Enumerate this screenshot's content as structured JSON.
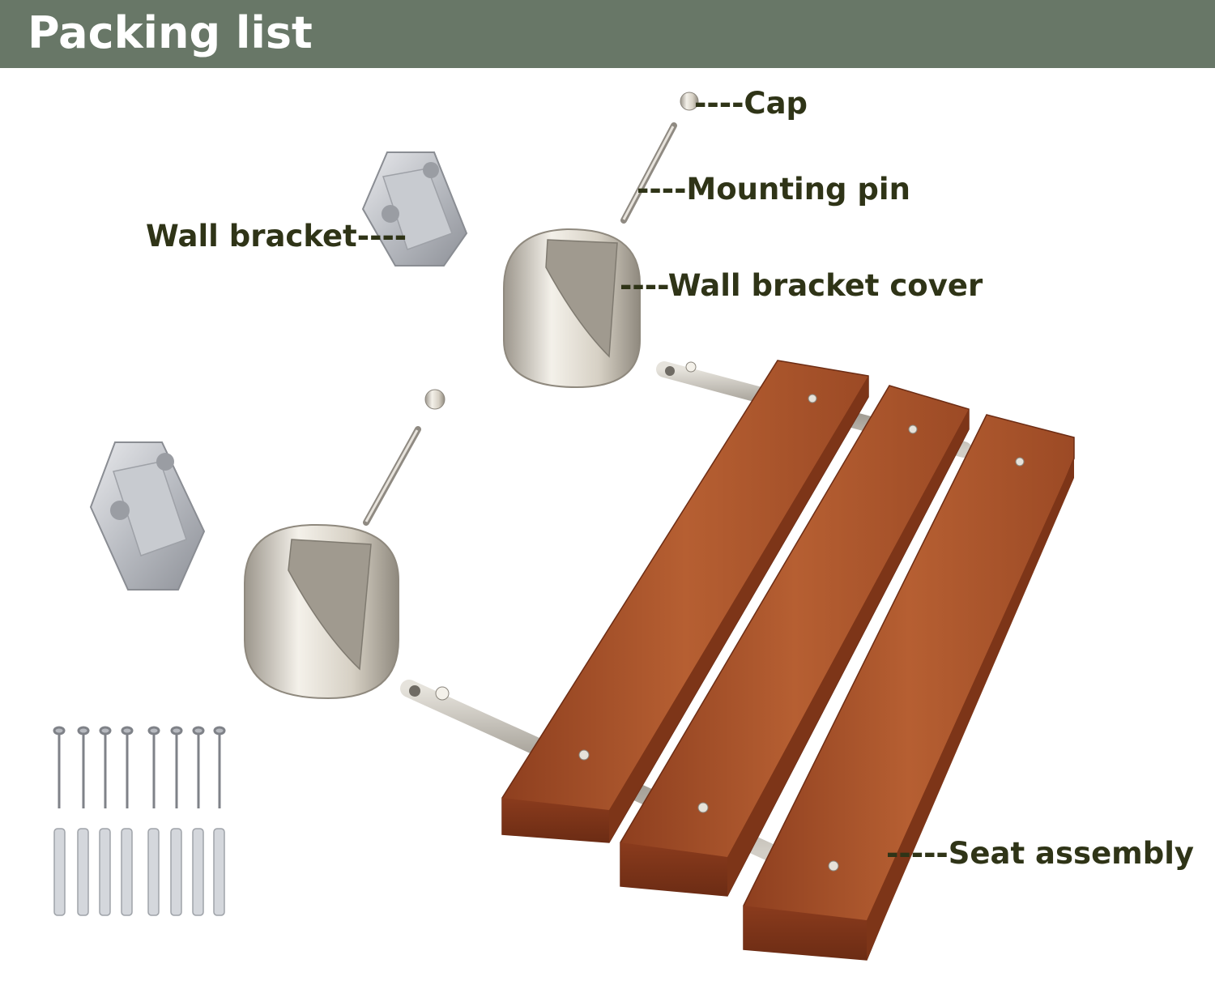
{
  "header": {
    "title": "Packing list",
    "background": "#687767"
  },
  "labels": {
    "cap": "----Cap",
    "mounting_pin": "----Mounting pin",
    "wall_bracket": "Wall bracket----",
    "wall_bracket_cover": "----Wall bracket cover",
    "seat_assembly": "-----Seat assembly"
  },
  "colors": {
    "label_text": "#2f3417",
    "wood": "#a8532a",
    "metal": "#d9d4c8"
  },
  "icons": [
    "cap-icon",
    "mounting-pin-icon",
    "wall-bracket-icon",
    "wall-bracket-cover-icon",
    "screw-icon",
    "wall-anchor-icon",
    "seat-assembly-icon"
  ]
}
